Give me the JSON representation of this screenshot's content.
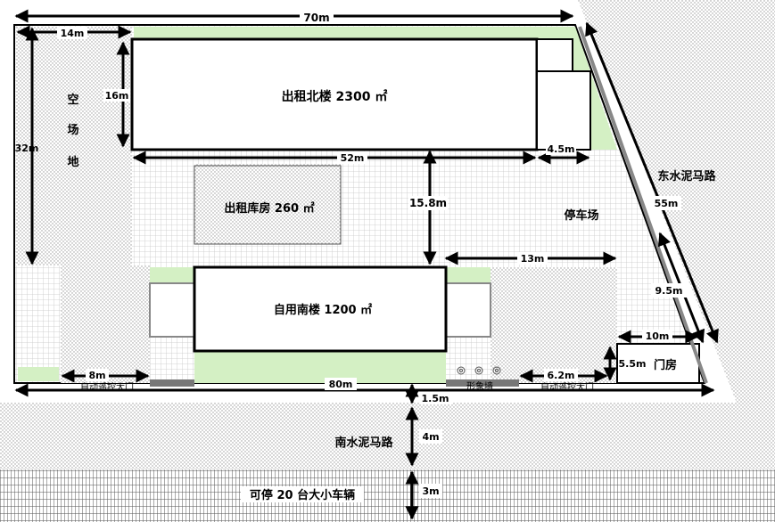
{
  "buildings": {
    "north_building": "出租北楼 2300 ㎡",
    "warehouse": "出租库房 260 ㎡",
    "south_building": "自用南楼 1200 ㎡",
    "gatehouse": "门房"
  },
  "areas": {
    "empty_lot": [
      "空",
      "场",
      "地"
    ],
    "parking_lot": "停车场",
    "east_road": "东水泥马路",
    "south_road": "南水泥马路",
    "parking_strip": "可停 20 台大小车辆",
    "image_wall": "形象墙",
    "gate_left": "自动遥控大门",
    "gate_right": "自动遥控大门"
  },
  "dimensions": {
    "d70": "70m",
    "d14": "14m",
    "d16": "16m",
    "d32": "32m",
    "d52": "52m",
    "d4_5": "4.5m",
    "d15_8": "15.8m",
    "d13": "13m",
    "d55": "55m",
    "d9_5": "9.5m",
    "d10": "10m",
    "d5_5": "5.5m",
    "d8": "8m",
    "d6_2": "6.2m",
    "d80": "80m",
    "d1_5": "1.5m",
    "d4": "4m",
    "d3": "3m"
  },
  "colors": {
    "lawn": "#d4f0c4",
    "grid_line": "#c8c8c8",
    "dot": "#9a9a9a",
    "outline": "#000000"
  }
}
